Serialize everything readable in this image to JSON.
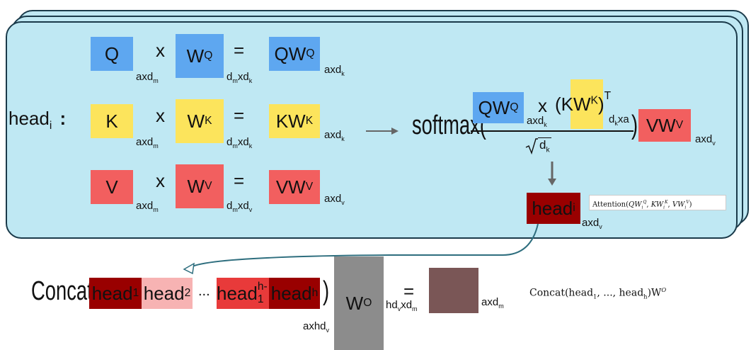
{
  "colors": {
    "panel": "#bfe8f3",
    "query": "#5ea7f0",
    "key": "#fce45c",
    "value": "#f25f5f",
    "head_dark": "#990000",
    "head_light": "#f7b3b3",
    "head_mid": "#e83a3a",
    "output_weight": "#8c8c8c",
    "result": "#7a5656",
    "arrow": "#2e6e7e"
  },
  "head_label": {
    "text": "head",
    "sub": "i",
    "colon": ":"
  },
  "ops": {
    "times": "x",
    "equals": "="
  },
  "rows": [
    {
      "input": "Q",
      "in_dim": "axd",
      "in_dim_sub": "m",
      "weight": "W",
      "weight_sup": "Q",
      "w_dim_a": "d",
      "w_dim_a_sub": "m",
      "w_dim_b": "xd",
      "w_dim_b_sub": "k",
      "result": "QW",
      "result_sup": "Q",
      "r_dim": "axd",
      "r_dim_sub": "k"
    },
    {
      "input": "K",
      "in_dim": "axd",
      "in_dim_sub": "m",
      "weight": "W",
      "weight_sup": "K",
      "w_dim_a": "d",
      "w_dim_a_sub": "m",
      "w_dim_b": "xd",
      "w_dim_b_sub": "k",
      "result": "KW",
      "result_sup": "K",
      "r_dim": "axd",
      "r_dim_sub": "k"
    },
    {
      "input": "V",
      "in_dim": "axd",
      "in_dim_sub": "m",
      "weight": "W",
      "weight_sup": "V",
      "w_dim_a": "d",
      "w_dim_a_sub": "m",
      "w_dim_b": "xd",
      "w_dim_b_sub": "v",
      "result": "VW",
      "result_sup": "V",
      "r_dim": "axd",
      "r_dim_sub": "v"
    }
  ],
  "softmax": {
    "label": "softmax(",
    "close": ")",
    "qw": "QW",
    "qw_sup": "Q",
    "qw_dim": "axd",
    "qw_dim_sub": "k",
    "times": "x",
    "kw_open": "(K",
    "kw_w": "W",
    "kw_sup": "K",
    "kw_close": ")",
    "kw_T": "T",
    "kw_dim_a": "d",
    "kw_dim_a_sub": "k",
    "kw_dim_b": "xa",
    "denominator": "d",
    "denominator_sub": "k",
    "vw": "VW",
    "vw_sup": "V",
    "vw_dim": "axd",
    "vw_dim_sub": "v"
  },
  "head_out": {
    "text": "head",
    "sub": "i",
    "dim": "axd",
    "dim_sub": "v"
  },
  "attention_formula": {
    "prefix": "Attention(",
    "q": "QW",
    "q_sub": "i",
    "q_sup": "Q",
    "k": "KW",
    "k_sub": "i",
    "k_sup": "K",
    "v": "VW",
    "v_sub": "i",
    "v_sup": "V",
    "suffix": ")"
  },
  "concat": {
    "label": "Concat(",
    "close": ")",
    "ellipsis": "...",
    "heads": [
      {
        "text": "head",
        "sub": "1"
      },
      {
        "text": "head",
        "sub": "2"
      },
      {
        "text": "head",
        "sub": "h-1"
      },
      {
        "text": "head",
        "sub": "h"
      }
    ],
    "dim": "axhd",
    "dim_sub": "v",
    "wo": "W",
    "wo_sup": "O",
    "equals": "=",
    "wo_dim_a": "hd",
    "wo_dim_a_sub": "v",
    "wo_dim_b": "xd",
    "wo_dim_b_sub": "m",
    "result_dim": "axd",
    "result_dim_sub": "m",
    "formula": "Concat(head",
    "formula_sub1": "1",
    "formula_mid": ", ..., head",
    "formula_sub2": "h",
    "formula_end": ")W",
    "formula_sup": "O"
  }
}
